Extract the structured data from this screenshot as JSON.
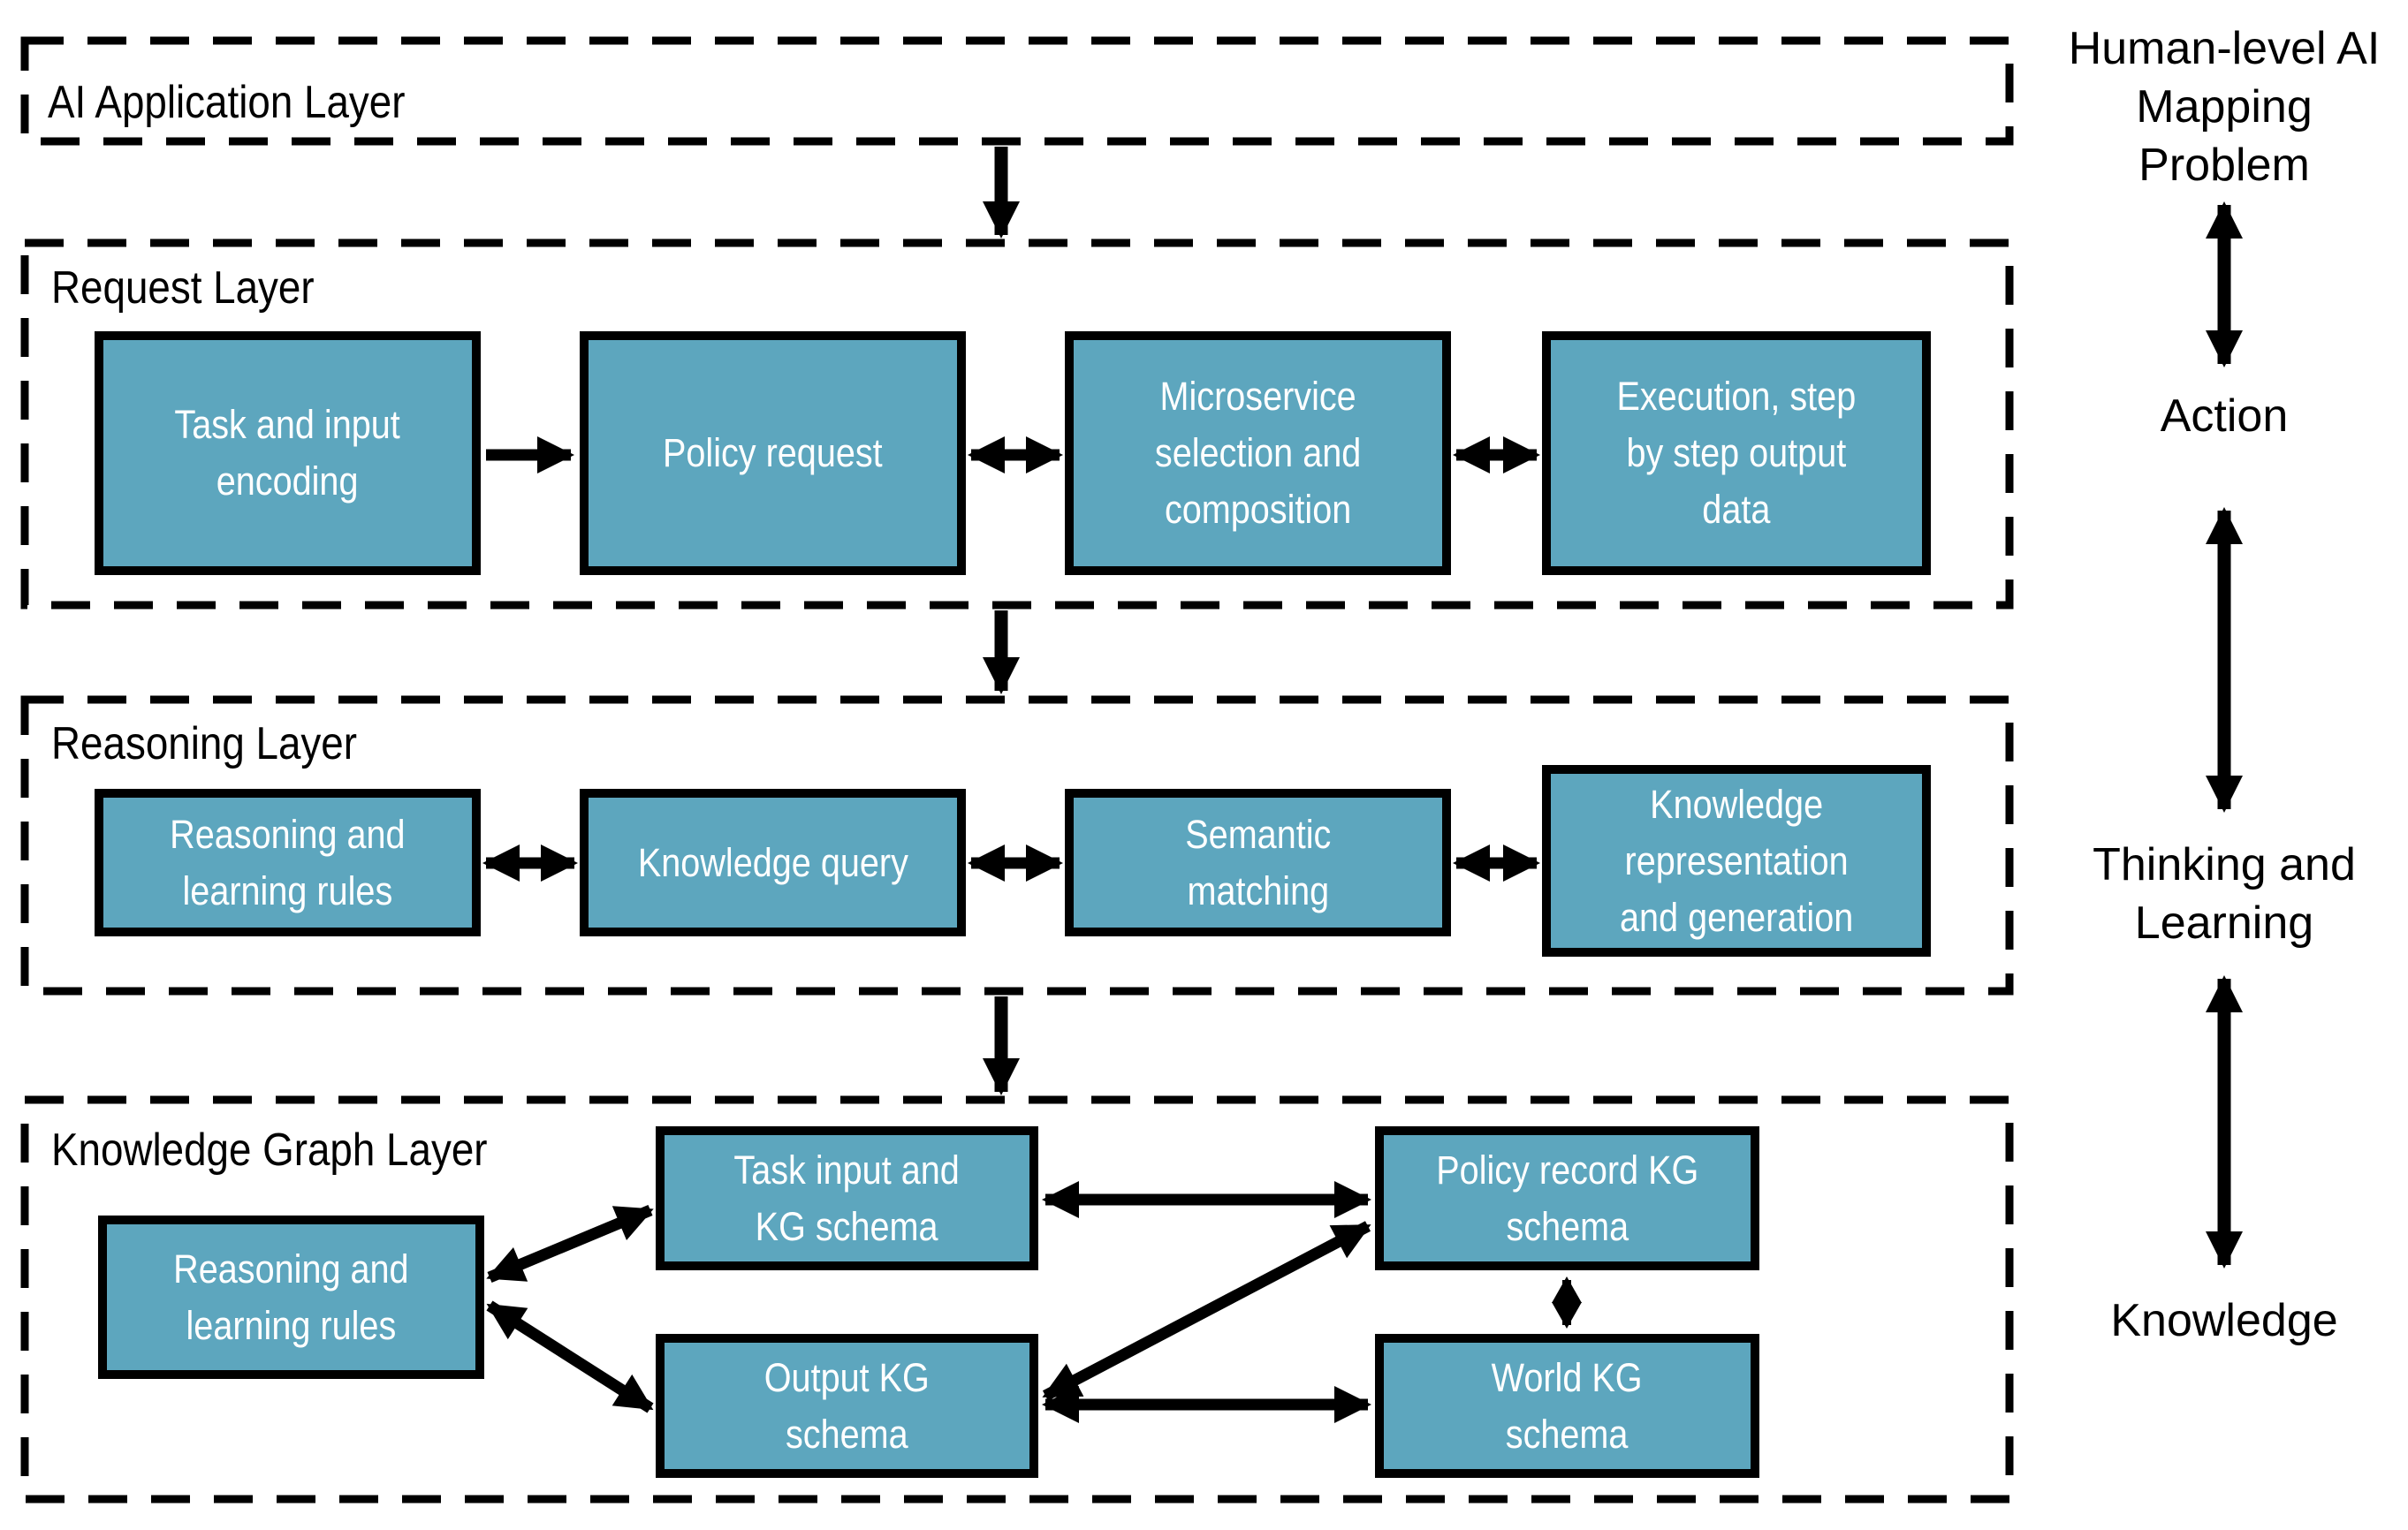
{
  "figure": {
    "colors": {
      "node_fill": "#5DA6BE",
      "node_border": "#000000",
      "node_text": "#ffffff",
      "line": "#000000",
      "background": "#ffffff"
    },
    "layers": [
      {
        "title": "AI Application Layer",
        "boxes": []
      },
      {
        "title": "Request Layer",
        "boxes": [
          {
            "label": "Task and input\nencoding"
          },
          {
            "label": "Policy request"
          },
          {
            "label": "Microservice\nselection and\ncomposition"
          },
          {
            "label": "Execution, step\nby step output\ndata"
          }
        ]
      },
      {
        "title": "Reasoning Layer",
        "boxes": [
          {
            "label": "Reasoning and\nlearning rules"
          },
          {
            "label": "Knowledge query"
          },
          {
            "label": "Semantic\nmatching"
          },
          {
            "label": "Knowledge\nrepresentation\nand generation"
          }
        ]
      },
      {
        "title": "Knowledge Graph Layer",
        "boxes": [
          {
            "label": "Reasoning and\nlearning rules"
          },
          {
            "label": "Task input and\nKG schema"
          },
          {
            "label": "Policy record KG\nschema"
          },
          {
            "label": "Output KG\nschema"
          },
          {
            "label": "World KG\nschema"
          }
        ]
      }
    ],
    "side": {
      "problem": "Human-level AI\nMapping\nProblem",
      "levels": [
        {
          "label": "Action"
        },
        {
          "label": "Thinking and\nLearning"
        },
        {
          "label": "Knowledge"
        }
      ]
    },
    "connections": [
      {
        "from": "AI Application Layer",
        "to": "Request Layer",
        "type": "one-way"
      },
      {
        "from": "Task and input encoding",
        "to": "Policy request",
        "type": "one-way"
      },
      {
        "from": "Policy request",
        "to": "Microservice selection and composition",
        "type": "two-way"
      },
      {
        "from": "Microservice selection and composition",
        "to": "Execution, step by step output data",
        "type": "two-way"
      },
      {
        "from": "Request Layer",
        "to": "Reasoning Layer",
        "type": "one-way"
      },
      {
        "from": "Reasoning and learning rules",
        "to": "Knowledge query",
        "type": "two-way"
      },
      {
        "from": "Knowledge query",
        "to": "Semantic matching",
        "type": "two-way"
      },
      {
        "from": "Semantic matching",
        "to": "Knowledge representation and generation",
        "type": "two-way"
      },
      {
        "from": "Reasoning Layer",
        "to": "Knowledge Graph Layer",
        "type": "one-way"
      },
      {
        "from": "Reasoning and learning rules (KG layer)",
        "to": "Task input and KG schema",
        "type": "two-way"
      },
      {
        "from": "Reasoning and learning rules (KG layer)",
        "to": "Output KG schema",
        "type": "two-way"
      },
      {
        "from": "Task input and KG schema",
        "to": "Policy record KG schema",
        "type": "two-way"
      },
      {
        "from": "Output KG schema",
        "to": "Policy record KG schema",
        "type": "two-way"
      },
      {
        "from": "Policy record KG schema",
        "to": "World KG schema",
        "type": "two-way"
      },
      {
        "from": "Output KG schema",
        "to": "World KG schema",
        "type": "two-way"
      },
      {
        "from": "Human-level AI Mapping Problem",
        "to": "Action",
        "type": "two-way"
      },
      {
        "from": "Action",
        "to": "Thinking and Learning",
        "type": "two-way"
      },
      {
        "from": "Thinking and Learning",
        "to": "Knowledge",
        "type": "two-way"
      }
    ]
  }
}
